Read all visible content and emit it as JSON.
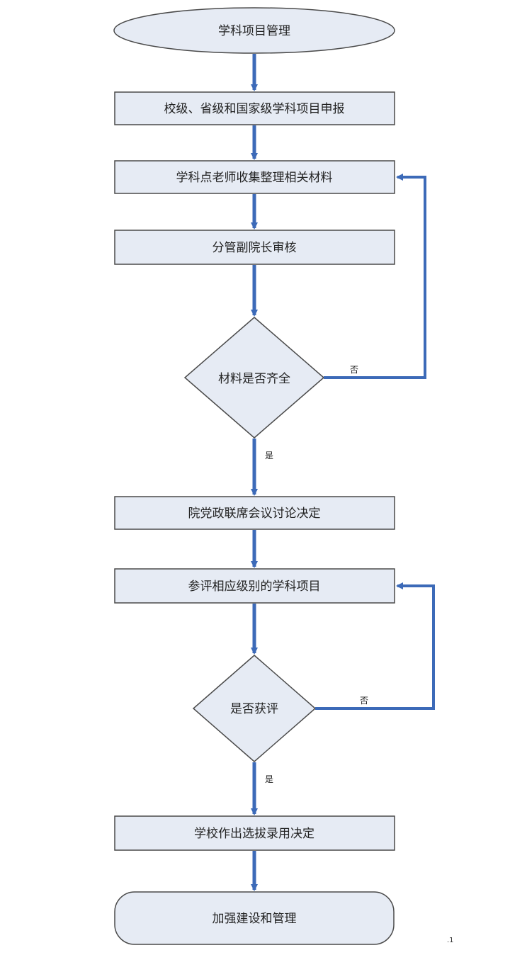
{
  "colors": {
    "node_fill": "#e6ebf4",
    "node_stroke": "#4a4a4a",
    "arrow": "#3c6ab8"
  },
  "nodes": {
    "start": "学科项目管理",
    "apply": "校级、省级和国家级学科项目申报",
    "collect": "学科点老师收集整理相关材料",
    "review": "分管副院长审核",
    "materials_complete": "材料是否齐全",
    "committee": "院党政联席会议讨论决定",
    "participate": "参评相应级别的学科项目",
    "awarded": "是否获评",
    "school_decision": "学校作出选拔录用决定",
    "end": "加强建设和管理"
  },
  "edges": {
    "materials_no": "否",
    "materials_yes": "是",
    "awarded_no": "否",
    "awarded_yes": "是"
  },
  "stray_mark": ".1"
}
